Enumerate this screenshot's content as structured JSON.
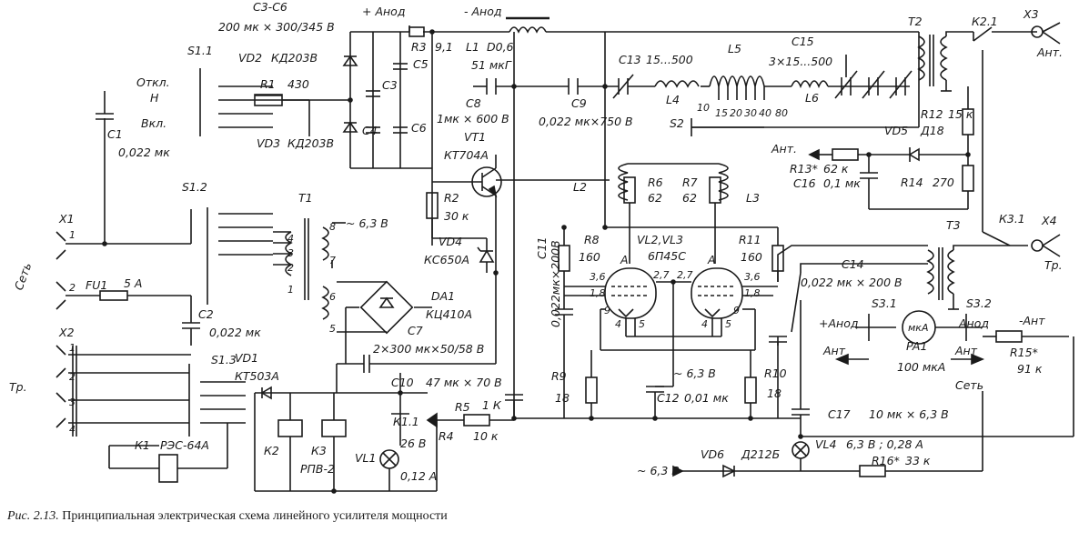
{
  "caption": {
    "figure": "Рис. 2.13.",
    "text": "Принципиальная электрическая схема линейного усилителя мощности"
  },
  "labels": {
    "c3c6": "С3-С6",
    "c3c6_value": "200 мк × 300/345 В",
    "anode_plus": "+ Анод",
    "anode_minus": "- Анод",
    "r3": "R3",
    "r3_value": "9,1",
    "l1": "L1",
    "l1_wire": "D0,6",
    "l1_value": "51 мкГ",
    "c13": "С13",
    "c13_value": "15...500",
    "l5": "L5",
    "c15": "С15",
    "c15_value": "3×15...500",
    "t2": "Т2",
    "k21": "К2.1",
    "x3": "Х3",
    "ant": "Ант.",
    "s11": "S1.1",
    "off": "Откл.",
    "n": "Н",
    "on": "Вкл.",
    "vd2": "VD2",
    "vd2_value": "КД203В",
    "c5": "С5",
    "c3": "С3",
    "r1": "R1",
    "r1_value": "430",
    "c4": "С4",
    "c6": "С6",
    "c8": "С8",
    "c8_value": "1мк × 600 В",
    "c9": "С9",
    "c9_value": "0,022 мк×750 В",
    "l4": "L4",
    "l6": "L6",
    "s2": "S2",
    "s2_taps": [
      "10",
      "15",
      "20",
      "30",
      "40",
      "80"
    ],
    "r12": "R12",
    "r12_value": "15 к",
    "vd5": "VD5",
    "vd5_value": "Д18",
    "c1": "С1",
    "c1_value": "0,022 мк",
    "vd3": "VD3",
    "vd3_value": "КД203В",
    "vt1": "VT1",
    "vt1_value": "КТ704А",
    "ant_arrow": "Ант.",
    "r13": "R13*",
    "r13_value": "62 к",
    "c16": "С16",
    "c16_value": "0,1 мк",
    "r14": "R14",
    "r14_value": "270",
    "s12": "S1.2",
    "t1": "Т1",
    "r2": "R2",
    "r2_value": "30 к",
    "l2": "L2",
    "r6": "R6",
    "r6_value": "62",
    "r7": "R7",
    "r7_value": "62",
    "l3": "L3",
    "c11": "С11",
    "c11_value": "0,022мк×200В",
    "x1": "Х1",
    "set": "Сеть",
    "fu1": "FU1",
    "fu1_value": "5 А",
    "t1_63v": "~ 6,3 В",
    "vd4": "VD4",
    "vd4_value": "КС650А",
    "r8": "R8",
    "r8_value": "160",
    "vl23": "VL2,VL3",
    "vl23_value": "6П45С",
    "r11": "R11",
    "r11_value": "160",
    "k31": "К3.1",
    "x4": "Х4",
    "t3": "Т3",
    "tr": "Тр.",
    "c14": "С14",
    "c14_value": "0,022 мк × 200 В",
    "c2": "С2",
    "c2_value": "0,022 мк",
    "da1": "DA1",
    "da1_value": "КЦ410А",
    "c7": "С7",
    "c7_value": "2×300 мк×50/58 В",
    "s31": "S3.1",
    "s32": "S3.2",
    "pa1": "PA1",
    "pa1_value": "100 мкА",
    "mka": "мкА",
    "plus_anod": "+Анод",
    "anod": "Анод",
    "minus_ant": "-Ант",
    "ant2": "Ант",
    "ant3": "Ант",
    "set2": "Сеть",
    "r15": "R15*",
    "r15_value": "91 к",
    "x2": "Х2",
    "vd1": "VD1",
    "vd1_value": "КТ503А",
    "s13": "S1.3",
    "c10": "С10",
    "c10_value": "47 мк × 70 В",
    "r5": "R5",
    "r5_value": "1 К",
    "r4": "R4",
    "r4_value": "10 к",
    "r9": "R9",
    "r9_value": "18",
    "c12": "С12",
    "c12_value": "0,01 мк",
    "r10": "R10",
    "r10_value": "18",
    "c17": "С17",
    "c17_value": "10 мк × 6,3 В",
    "k1": "К1",
    "k1_value": "РЭС-64А",
    "k2": "К2",
    "k3": "К3",
    "k3_value": "РПВ-2",
    "k11": "К1.1",
    "vl1": "VL1",
    "vl1_v": "26 В",
    "vl1_a": "0,12 А",
    "vd6": "VD6",
    "vd6_value": "Д212Б",
    "vl4": "VL4",
    "vl4_value": "6,3 В ; 0,28 А",
    "r16": "R16*",
    "r16_value": "33 к",
    "heater_63": "~ 6,3 В",
    "heater_63b": "~ 6,3 В",
    "pin_a": "А",
    "pin_a2": "А",
    "pins": [
      "3,6",
      "1,8",
      "2,7",
      "2,7",
      "3,6",
      "1,8",
      "9",
      "4",
      "5",
      "4",
      "5",
      "9"
    ],
    "t1_pins": [
      "8",
      "7",
      "6",
      "5",
      "4",
      "3",
      "2",
      "1"
    ],
    "x1_pins": [
      "1",
      "2"
    ],
    "x2_pins": [
      "1",
      "2",
      "3",
      "4"
    ]
  }
}
